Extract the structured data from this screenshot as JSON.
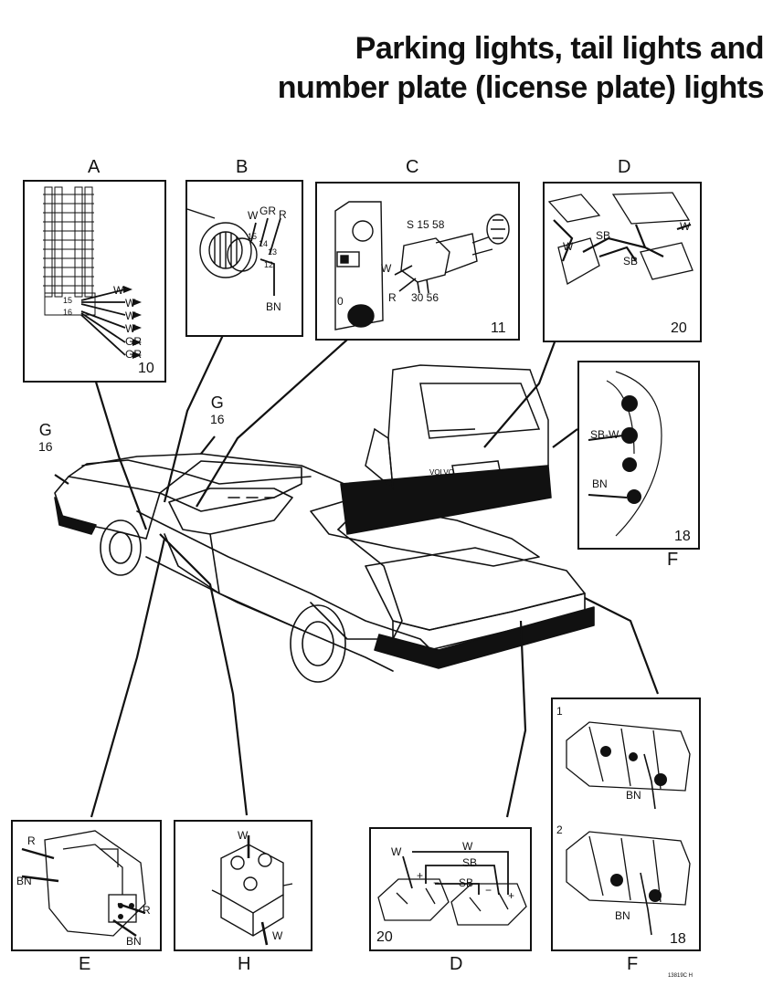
{
  "title": {
    "line1": "Parking lights, tail lights and",
    "line2": "number plate (license plate) lights"
  },
  "panels": {
    "A": {
      "letter": "A",
      "number": "10",
      "fuse_labels": [
        "15",
        "16"
      ],
      "wires": [
        "W",
        "W",
        "W",
        "W",
        "GR",
        "GR"
      ]
    },
    "B": {
      "letter": "B",
      "wires": [
        "W",
        "GR",
        "R",
        "BN"
      ],
      "terminals": [
        "15",
        "14",
        "13",
        "12"
      ]
    },
    "C": {
      "letter": "C",
      "number": "11",
      "top_terminals": "S 15 58",
      "bottom_terminals": "30 56",
      "wires": [
        "W",
        "R"
      ],
      "switch_positions": [
        "0"
      ]
    },
    "D_top": {
      "letter": "D",
      "number": "20",
      "wires": [
        "W",
        "SB",
        "W",
        "SB"
      ]
    },
    "F_top": {
      "letter": "F",
      "number": "18",
      "wires": [
        "SB-W",
        "BN"
      ]
    },
    "E": {
      "letter": "E",
      "wires": [
        "R",
        "BN",
        "R",
        "BN"
      ]
    },
    "H": {
      "letter": "H",
      "wires": [
        "W",
        "W"
      ]
    },
    "D_bottom": {
      "letter": "D",
      "number": "20",
      "wires": [
        "W",
        "W",
        "SB",
        "SB"
      ],
      "polarity": [
        "+",
        "−",
        "−",
        "+"
      ]
    },
    "F_bottom": {
      "letter": "F",
      "number": "18",
      "sub": [
        "1",
        "2"
      ],
      "wires": [
        "BN",
        "BN"
      ]
    }
  },
  "car_labels": {
    "g_left": {
      "letter": "G",
      "number": "16"
    },
    "g_mid": {
      "letter": "G",
      "number": "16"
    },
    "badge": "VOLVO"
  },
  "figure_code": "13819C H"
}
